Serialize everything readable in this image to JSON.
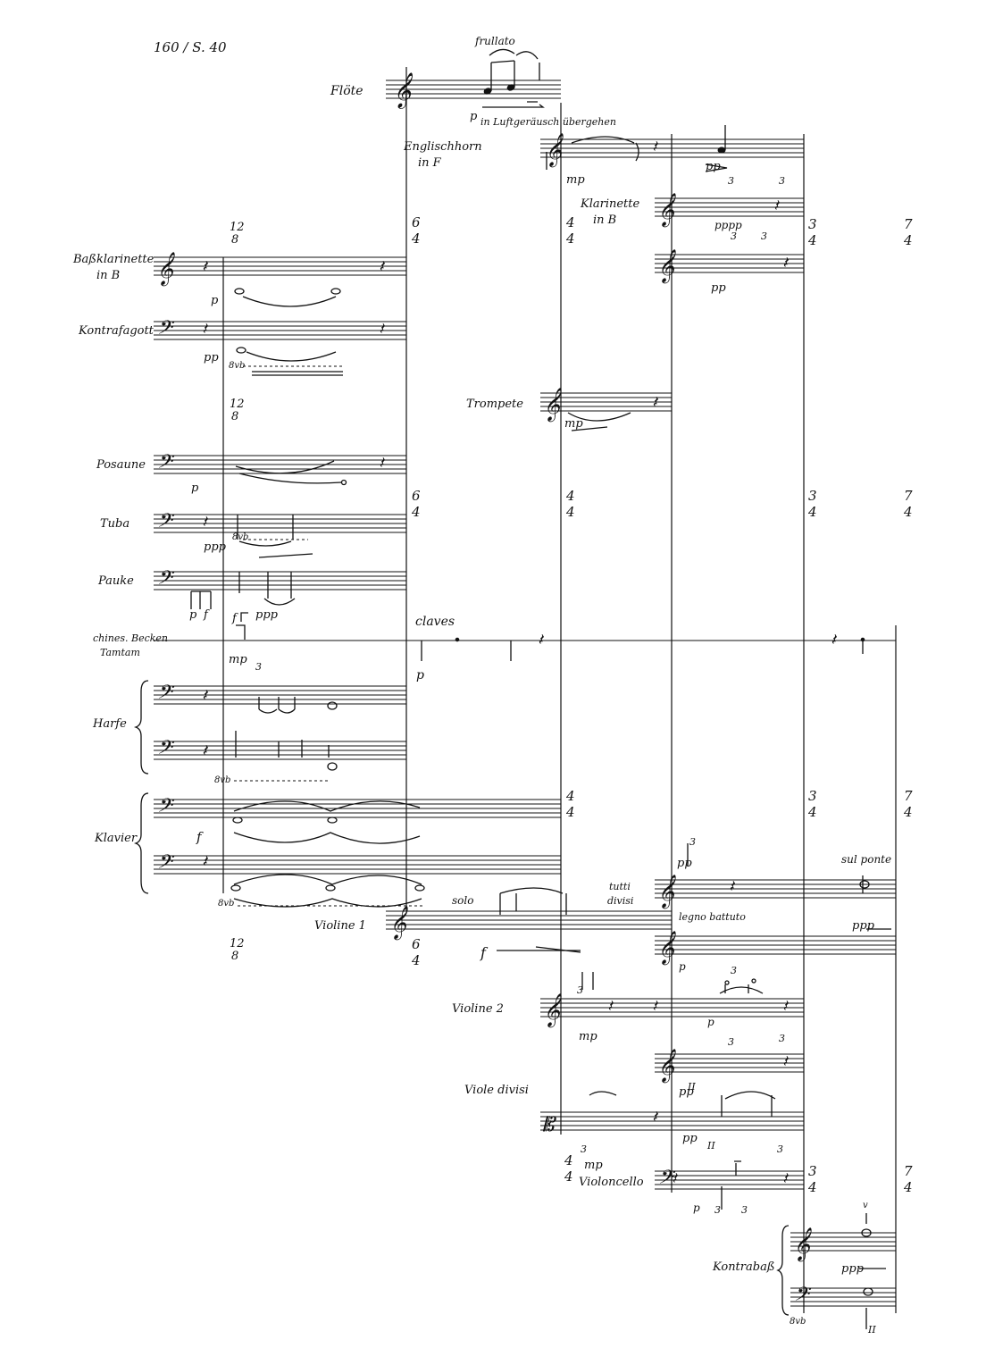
{
  "page_reference": "160 / S. 40",
  "instruments": {
    "floete": "Flöte",
    "englischhorn": "Englischhorn",
    "englischhorn_key": "in F",
    "klarinette": "Klarinette",
    "klarinette_key": "in B",
    "bassklarinette": "Baßklarinette",
    "bassklarinette_key": "in B",
    "kontrafagott": "Kontrafagott",
    "trompete": "Trompete",
    "posaune": "Posaune",
    "tuba": "Tuba",
    "pauke": "Pauke",
    "becken": "chines. Becken",
    "tamtam": "Tamtam",
    "harfe": "Harfe",
    "klavier": "Klavier",
    "violine1": "Violine 1",
    "violine2": "Violine 2",
    "viole": "Viole divisi",
    "violoncello": "Violoncello",
    "kontrabass": "Kontrabaß"
  },
  "annotations": {
    "frullato": "frullato",
    "flute_note": "in Luftgeräusch übergehen",
    "claves": "claves",
    "solo": "solo",
    "tutti": "tutti",
    "divisi": "divisi",
    "sul_ponte": "sul ponte",
    "legno_battuto": "legno battuto",
    "octave_8vb": "8vb",
    "triplet": "3",
    "string_ii": "II"
  },
  "dynamics": {
    "p": "p",
    "pp": "pp",
    "ppp": "ppp",
    "pppp": "pppp",
    "mp": "mp",
    "f": "f"
  },
  "time_signatures": {
    "twelve_eight": [
      "12",
      "8"
    ],
    "six_four": [
      "6",
      "4"
    ],
    "four_four": [
      "4",
      "4"
    ],
    "three_four": [
      "3",
      "4"
    ],
    "seven_four": [
      "7",
      "4"
    ]
  }
}
